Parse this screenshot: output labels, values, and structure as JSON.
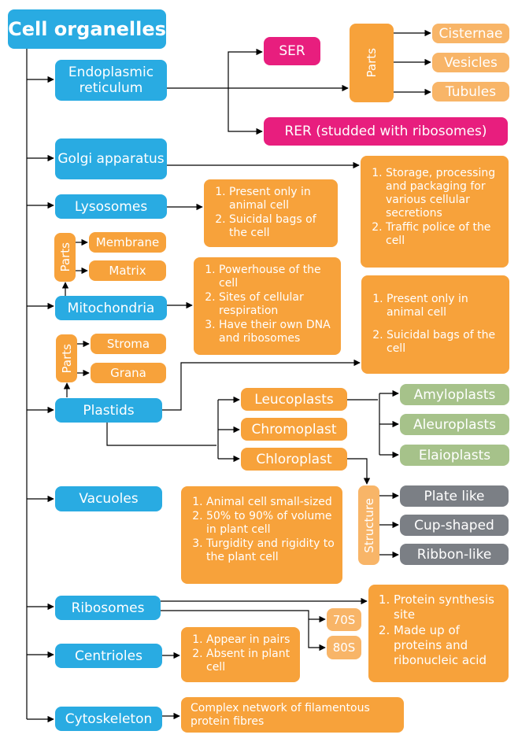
{
  "title": "Cell organelles",
  "organelles": {
    "er": "Endoplasmic reticulum",
    "golgi": "Golgi apparatus",
    "lysosomes": "Lysosomes",
    "mitochondria": "Mitochondria",
    "plastids": "Plastids",
    "vacuoles": "Vacuoles",
    "ribosomes": "Ribosomes",
    "centrioles": "Centrioles",
    "cytoskeleton": "Cytoskeleton"
  },
  "er_branch": {
    "ser": "SER",
    "rer": "RER (studded with ribosomes)",
    "parts": "Parts",
    "cisternae": "Cisternae",
    "vesicles": "Vesicles",
    "tubules": "Tubules"
  },
  "golgi_notes": [
    "Storage, processing and packaging for various cellular secretions",
    "Traffic police of the cell"
  ],
  "lysosome_notes": [
    "Present only in animal cell",
    "Suicidal bags of the cell"
  ],
  "mito_parts": {
    "parts": "Parts",
    "membrane": "Membrane",
    "matrix": "Matrix"
  },
  "mito_notes": [
    "Powerhouse of the cell",
    "Sites of cellular respiration",
    "Have their own DNA and ribosomes"
  ],
  "plastid_parts": {
    "parts": "Parts",
    "stroma": "Stroma",
    "grana": "Grana"
  },
  "plastid_notes": [
    "Present only in animal cell",
    "Suicidal bags of the cell"
  ],
  "plastid_types": {
    "leucoplasts": "Leucoplasts",
    "chromoplast": "Chromoplast",
    "chloroplast": "Chloroplast",
    "amyloplasts": "Amyloplasts",
    "aleuroplasts": "Aleuroplasts",
    "elaioplasts": "Elaioplasts",
    "structure": "Structure",
    "plate": "Plate like",
    "cup": "Cup-shaped",
    "ribbon": "Ribbon-like"
  },
  "vacuole_notes": [
    "Animal cell small-sized",
    "50% to 90% of volume in plant cell",
    "Turgidity and rigidity to the plant cell"
  ],
  "ribosome_types": {
    "s70": "70S",
    "s80": "80S"
  },
  "ribosome_notes": [
    "Protein synthesis site",
    "Made up of proteins and ribonucleic acid"
  ],
  "centriole_notes": [
    "Appear in pairs",
    "Absent in plant cell"
  ],
  "cytoskeleton_note": "Complex network of filamentous protein fibres",
  "colors": {
    "organelle": "#29abe2",
    "detail": "#f7a23b",
    "er_type": "#e81e7e",
    "leucoplast_type": "#a6c28a",
    "structure_type": "#7b7f85"
  }
}
